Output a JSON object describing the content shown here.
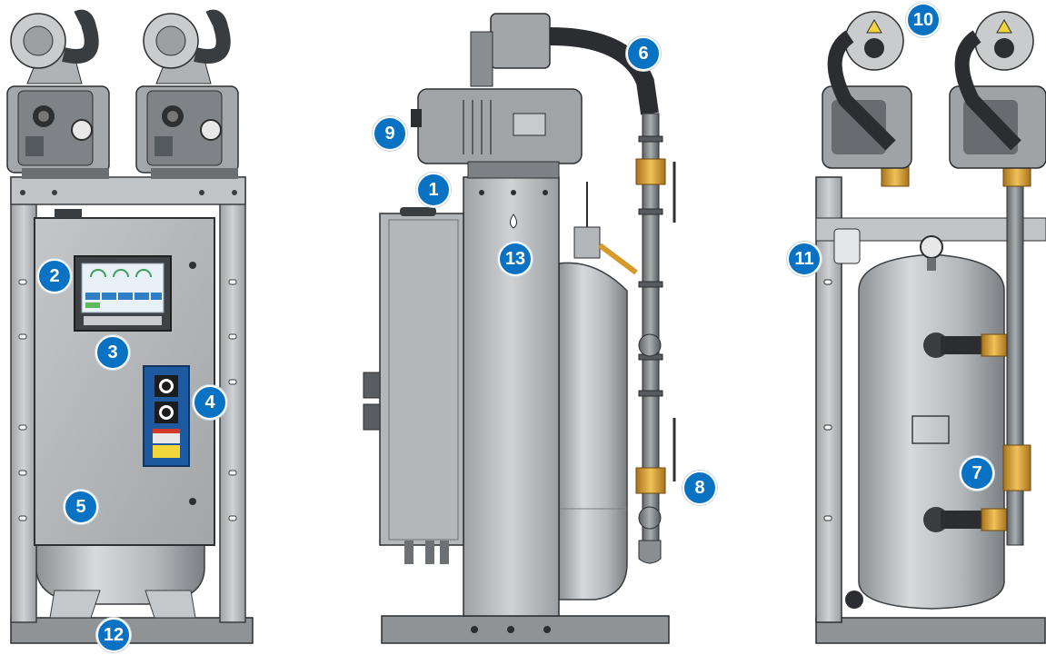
{
  "colors": {
    "callout": "#0a72c2",
    "frame": "#b9bcbf",
    "frame_dark": "#5c6064",
    "tank": "#a9acaf",
    "brass": "#d49a2a",
    "hose": "#2b2d30",
    "panel_blue": "#1f5fa8"
  },
  "views": [
    {
      "name": "front-view"
    },
    {
      "name": "side-view"
    },
    {
      "name": "rear-view"
    }
  ],
  "callouts": [
    {
      "id": "1",
      "label": "1"
    },
    {
      "id": "2",
      "label": "2"
    },
    {
      "id": "3",
      "label": "3"
    },
    {
      "id": "4",
      "label": "4"
    },
    {
      "id": "5",
      "label": "5"
    },
    {
      "id": "6",
      "label": "6"
    },
    {
      "id": "7",
      "label": "7"
    },
    {
      "id": "8",
      "label": "8"
    },
    {
      "id": "9",
      "label": "9"
    },
    {
      "id": "10",
      "label": "10"
    },
    {
      "id": "11",
      "label": "11"
    },
    {
      "id": "12",
      "label": "12"
    },
    {
      "id": "13",
      "label": "13"
    }
  ]
}
